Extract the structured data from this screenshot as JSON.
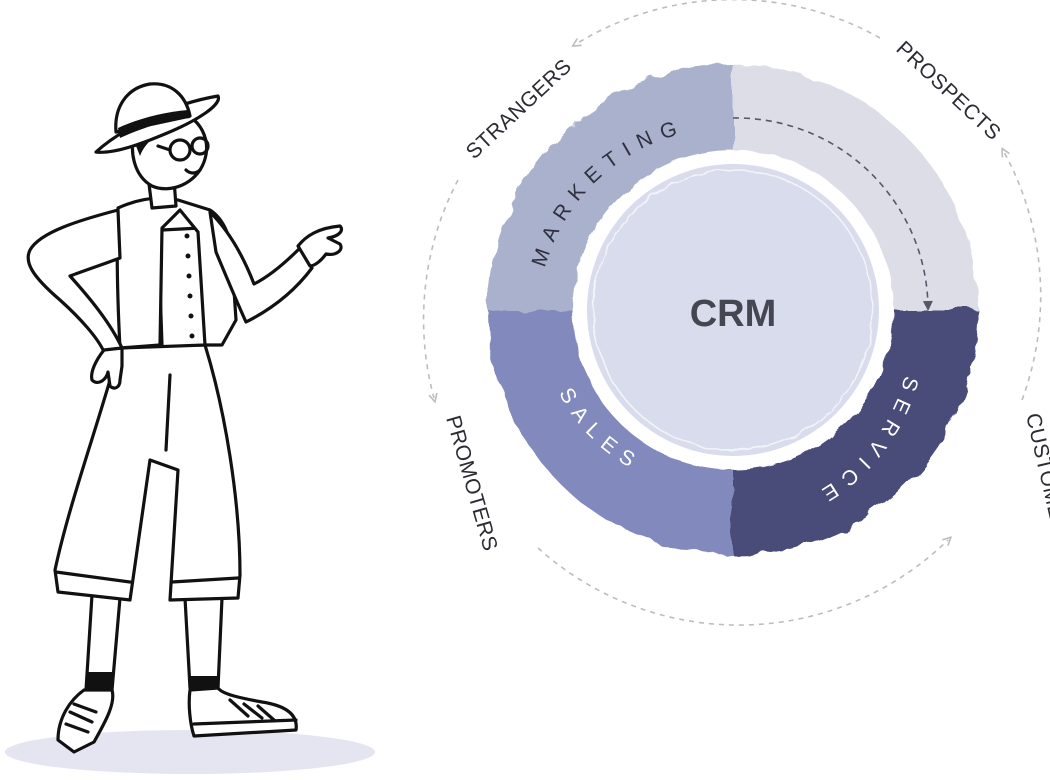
{
  "diagram": {
    "center_label": "CRM",
    "segments": [
      {
        "id": "marketing",
        "label": "MARKETING",
        "color": "#aab1cc",
        "text_color": "#2f3140"
      },
      {
        "id": "prospect-phase",
        "label": "",
        "color": "#dcdde7",
        "text_color": "#2f3140"
      },
      {
        "id": "service",
        "label": "SERVICE",
        "color": "#484b78",
        "text_color": "#ffffff"
      },
      {
        "id": "sales",
        "label": "SALES",
        "color": "#8289bd",
        "text_color": "#ffffff"
      }
    ],
    "outer_labels": [
      "STRANGERS",
      "PROSPECTS",
      "CUSTOMERS",
      "PROMOTERS"
    ],
    "colors": {
      "center_fill": "#d9dced",
      "arrow": "#bdbdbd",
      "inner_arrow": "#55576a",
      "ground_shadow": "#e4e5f1"
    },
    "illustration": {
      "icon": "pointing-person-illustration"
    }
  }
}
